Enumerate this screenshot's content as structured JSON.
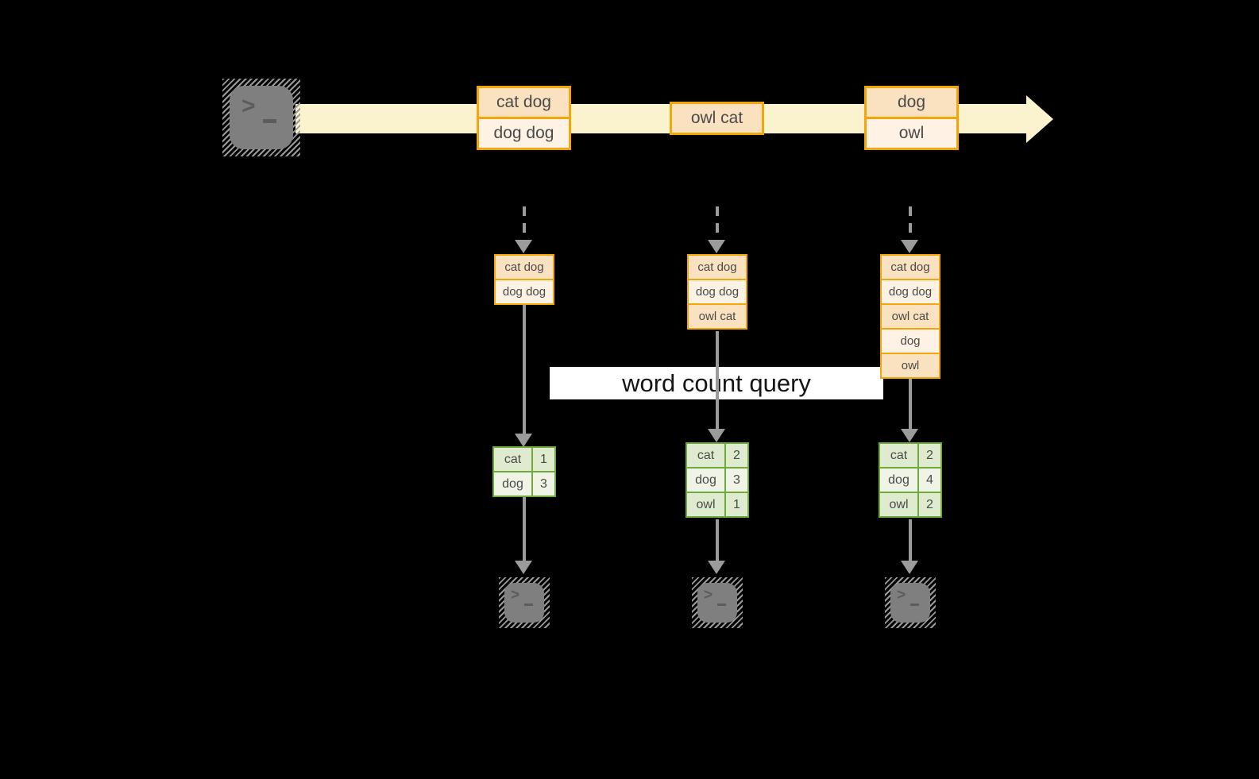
{
  "colors": {
    "background": "#000000",
    "stream_band": "#FBF2CE",
    "event_border": "#F2A60A",
    "event_fill_dark": "#FAE2C0",
    "event_fill_light": "#FDF2E3",
    "table_border": "#6FAA3C",
    "table_fill_dark": "#DFEBCE",
    "table_fill_light": "#EFF4E7",
    "arrow_gray": "#9B9B9B",
    "icon_gray": "#7F7F7F",
    "query_band_bg": "#FFFFFF",
    "query_text": "#151515",
    "cell_text": "#4A4A4A"
  },
  "icons": {
    "source": "terminal-icon",
    "sinks": [
      "terminal-icon",
      "terminal-icon",
      "terminal-icon"
    ],
    "prompt_glyph": ">"
  },
  "stream": {
    "events": [
      {
        "rows": [
          "cat dog",
          "dog dog"
        ]
      },
      {
        "rows": [
          "owl cat"
        ]
      },
      {
        "rows": [
          "dog",
          "owl"
        ]
      }
    ]
  },
  "query": {
    "label": "word count query"
  },
  "columns": [
    {
      "state_rows": [
        "cat dog",
        "dog dog"
      ],
      "counts": [
        {
          "word": "cat",
          "count": "1"
        },
        {
          "word": "dog",
          "count": "3"
        }
      ]
    },
    {
      "state_rows": [
        "cat dog",
        "dog dog",
        "owl cat"
      ],
      "counts": [
        {
          "word": "cat",
          "count": "2"
        },
        {
          "word": "dog",
          "count": "3"
        },
        {
          "word": "owl",
          "count": "1"
        }
      ]
    },
    {
      "state_rows": [
        "cat dog",
        "dog dog",
        "owl cat",
        "dog",
        "owl"
      ],
      "counts": [
        {
          "word": "cat",
          "count": "2"
        },
        {
          "word": "dog",
          "count": "4"
        },
        {
          "word": "owl",
          "count": "2"
        }
      ]
    }
  ]
}
